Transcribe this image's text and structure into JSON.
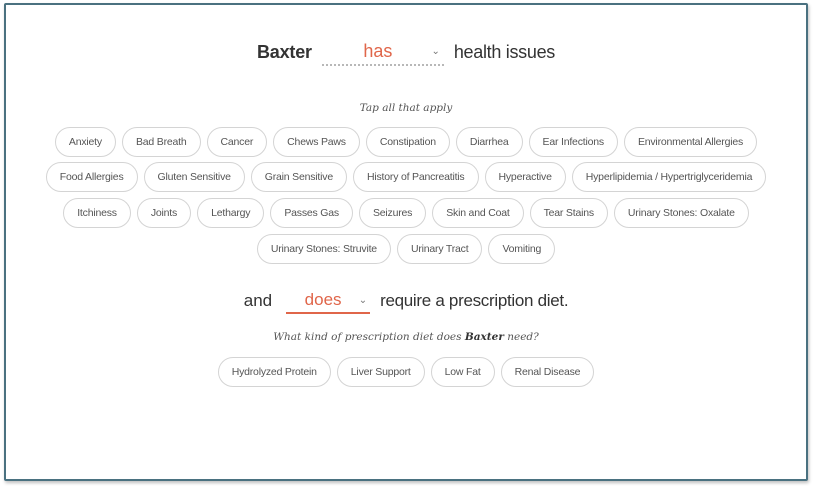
{
  "headline": {
    "pet_name": "Baxter",
    "verb_select": {
      "value": "has",
      "icon": "chevron-down-icon"
    },
    "suffix": "health issues"
  },
  "health_issues": {
    "hint": "Tap all that apply",
    "rows": [
      [
        "Anxiety",
        "Bad Breath",
        "Cancer",
        "Chews Paws",
        "Constipation",
        "Diarrhea",
        "Ear Infections",
        "Environmental Allergies"
      ],
      [
        "Food Allergies",
        "Gluten Sensitive",
        "Grain Sensitive",
        "History of Pancreatitis",
        "Hyperactive",
        "Hyperlipidemia / Hypertriglyceridemia"
      ],
      [
        "Itchiness",
        "Joints",
        "Lethargy",
        "Passes Gas",
        "Seizures",
        "Skin and Coat",
        "Tear Stains",
        "Urinary Stones: Oxalate"
      ],
      [
        "Urinary Stones: Struvite",
        "Urinary Tract",
        "Vomiting"
      ]
    ]
  },
  "prescription": {
    "prefix": "and",
    "select": {
      "value": "does",
      "icon": "chevron-down-icon"
    },
    "suffix": "require a prescription diet.",
    "question_pre": "What kind of prescription diet does ",
    "question_name": "Baxter",
    "question_post": " need?",
    "options": [
      "Hydrolyzed Protein",
      "Liver Support",
      "Low Fat",
      "Renal Disease"
    ]
  },
  "colors": {
    "accent": "#e0664a",
    "text": "#333333",
    "chip_border": "#d4d4d4",
    "frame_border": "#4a7180"
  }
}
